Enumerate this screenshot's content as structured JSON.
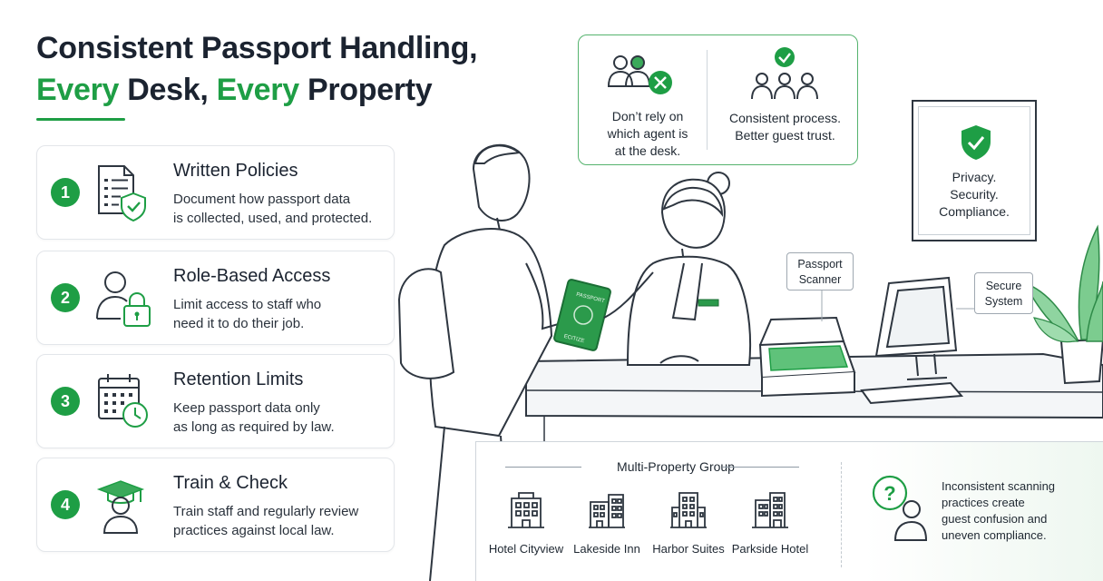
{
  "title": {
    "line1": "Consistent Passport Handling,",
    "line2_a": "Every",
    "line2_b": " Desk, ",
    "line2_c": "Every",
    "line2_d": " Property"
  },
  "steps": [
    {
      "number": "1",
      "title": "Written Policies",
      "desc_line1": "Document how passport data",
      "desc_line2": "is collected, used, and protected."
    },
    {
      "number": "2",
      "title": "Role-Based Access",
      "desc_line1": "Limit access to staff who",
      "desc_line2": "need it to do their job."
    },
    {
      "number": "3",
      "title": "Retention Limits",
      "desc_line1": "Keep passport data only",
      "desc_line2": "as long as required by law."
    },
    {
      "number": "4",
      "title": "Train & Check",
      "desc_line1": "Train staff and regularly review",
      "desc_line2": "practices against local law."
    }
  ],
  "callout": {
    "left_line1": "Don’t rely on",
    "left_line2": "which agent is",
    "left_line3": "at the desk.",
    "right_line1": "Consistent process.",
    "right_line2": "Better guest trust."
  },
  "sign": {
    "line1": "Privacy.",
    "line2": "Security.",
    "line3": "Compliance."
  },
  "labels": {
    "scanner_line1": "Passport",
    "scanner_line2": "Scanner",
    "system_line1": "Secure",
    "system_line2": "System",
    "passport_top": "PASSPORT",
    "passport_bottom": "ECITIZE"
  },
  "group": {
    "heading": "Multi-Property Group",
    "properties": [
      "Hotel Cityview",
      "Lakeside Inn",
      "Harbor Suites",
      "Parkside Hotel"
    ],
    "warning_line1": "Inconsistent scanning",
    "warning_line2": "practices create",
    "warning_line3": "guest confusion and",
    "warning_line4": "uneven compliance."
  },
  "colors": {
    "accent": "#1e9e45",
    "text": "#1b2330",
    "border": "#e3e6ea"
  }
}
